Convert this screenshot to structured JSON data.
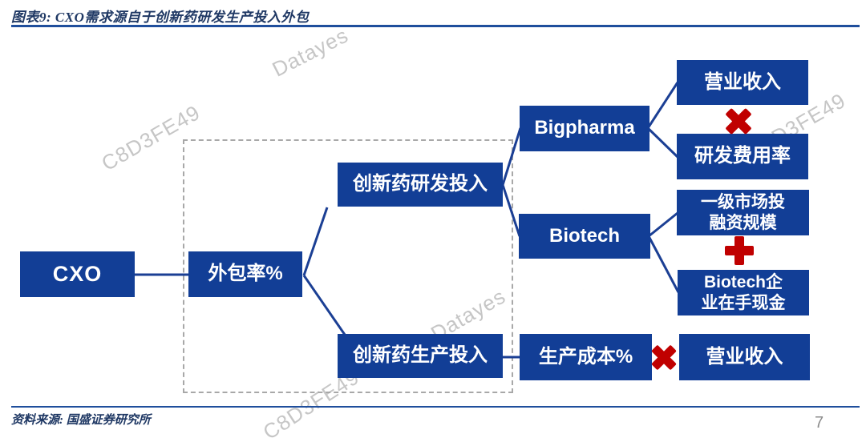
{
  "title": "图表9: CXO需求源自于创新药研发生产投入外包",
  "colors": {
    "box_blue": "#123e96",
    "connector_blue": "#1b3f94",
    "operator_red": "#c00000",
    "title_navy": "#1f3864",
    "rule_blue": "#1f4e9c",
    "dashed_frame_gray": "#a8a8a8",
    "watermark_gray": "#c6c6c6"
  },
  "diagram": {
    "nodes": {
      "cxo": "CXO",
      "outsourcing_rate": "外包率%",
      "rd_investment": "创新药研发投入",
      "production_investment": "创新药生产投入",
      "bigpharma": "Bigpharma",
      "biotech": "Biotech",
      "revenue_top": "营业收入",
      "rd_expense_ratio": "研发费用率",
      "primary_market_financing": "一级市场投\n融资规模",
      "biotech_cash": "Biotech企\n业在手现金",
      "production_cost": "生产成本%",
      "revenue_bottom": "营业收入"
    },
    "operators": {
      "multiply_top": "×",
      "plus_mid": "+",
      "multiply_bottom": "×"
    }
  },
  "watermarks": [
    {
      "text": "Datayes"
    },
    {
      "text": "C8D3FE49"
    },
    {
      "text": "C8D3FE49"
    },
    {
      "text": "Datayes"
    },
    {
      "text": "C8D3FE49"
    }
  ],
  "footer": {
    "source": "资料来源: 国盛证券研究所",
    "page": "7"
  }
}
